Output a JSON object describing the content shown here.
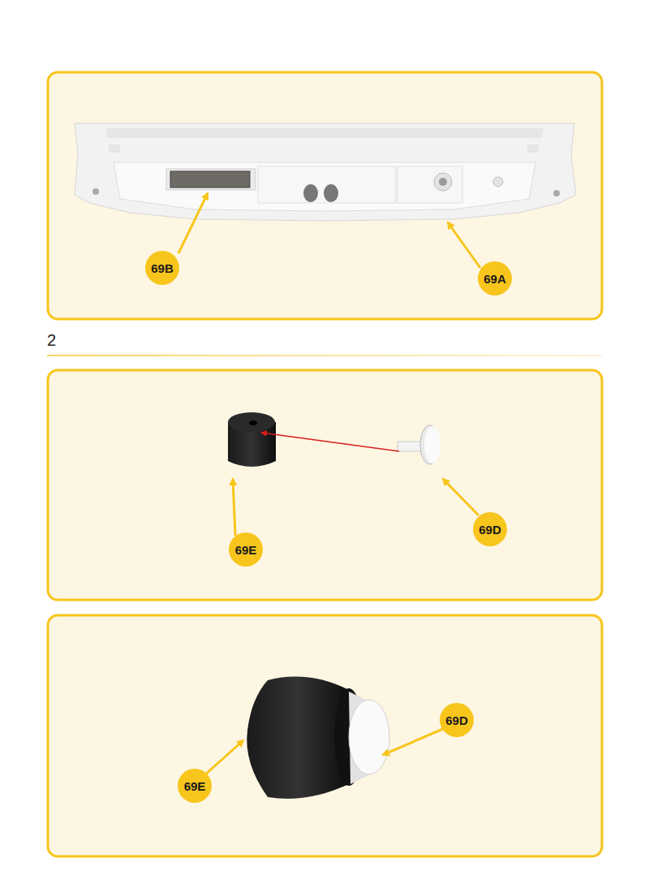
{
  "diagram": {
    "nodes": [
      {
        "text": [
          "69B"
        ]
      },
      {
        "text": [
          "69A"
        ]
      },
      {
        "text": [
          "69E"
        ]
      },
      {
        "text": [
          "69D"
        ]
      },
      {
        "text": [
          "69D"
        ]
      },
      {
        "text": [
          "69E"
        ]
      }
    ],
    "labels": [
      "2"
    ]
  }
}
